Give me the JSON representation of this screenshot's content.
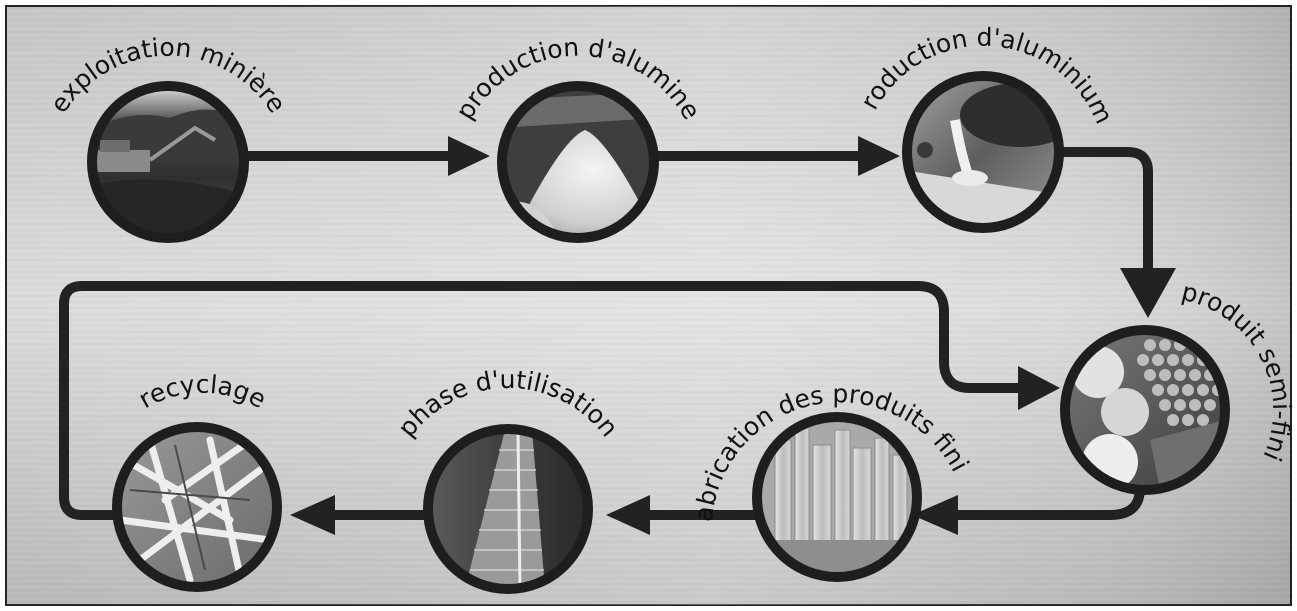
{
  "diagram": {
    "stages": [
      {
        "id": "mining",
        "label": "exploitation minière",
        "photo": "mining-excavator-photo"
      },
      {
        "id": "alumina",
        "label": "production d'alumine",
        "photo": "alumina-powder-pile-photo"
      },
      {
        "id": "aluminium",
        "label": "production d'aluminium",
        "photo": "molten-aluminium-pour-photo"
      },
      {
        "id": "semi",
        "label": "produit semi-fini",
        "photo": "aluminium-billets-photo"
      },
      {
        "id": "finished",
        "label": "fabrication des produits finis",
        "photo": "aluminium-profiles-photo"
      },
      {
        "id": "use",
        "label": "phase d'utilisation",
        "photo": "skyscraper-facade-photo"
      },
      {
        "id": "recycling",
        "label": "recyclage",
        "photo": "scrap-aluminium-photo"
      }
    ],
    "flow": [
      [
        "mining",
        "alumina"
      ],
      [
        "alumina",
        "aluminium"
      ],
      [
        "aluminium",
        "semi"
      ],
      [
        "semi",
        "finished"
      ],
      [
        "finished",
        "use"
      ],
      [
        "use",
        "recycling"
      ],
      [
        "recycling",
        "semi"
      ]
    ],
    "colors": {
      "arrow": "#222222",
      "ring": "#1e1e1e",
      "background_light": "#d9d9d9",
      "background_dark": "#a9a9a9",
      "text": "#111111"
    }
  }
}
